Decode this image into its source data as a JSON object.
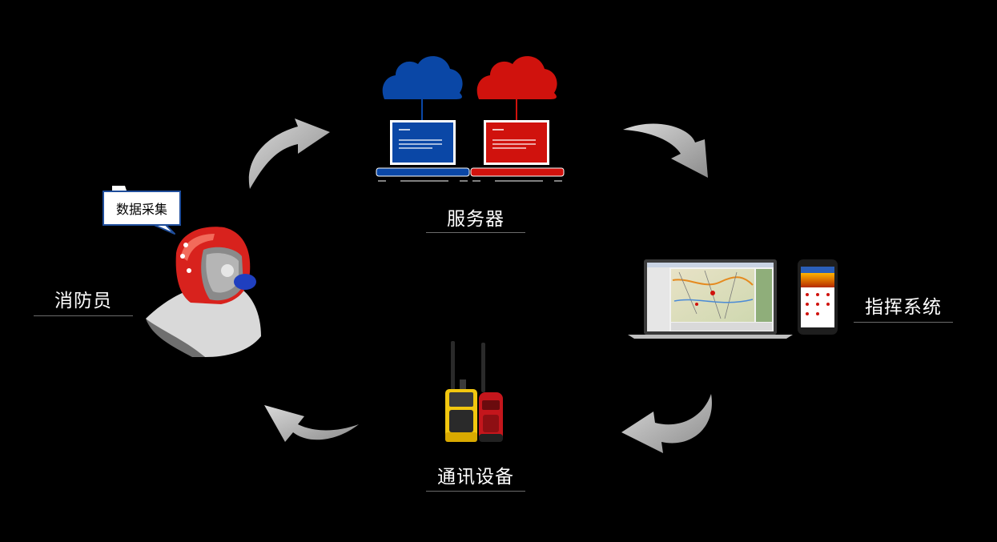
{
  "nodes": {
    "server": {
      "label": "服务器"
    },
    "command": {
      "label": "指挥系统"
    },
    "comms": {
      "label": "通讯设备"
    },
    "firefighter": {
      "label": "消防员"
    }
  },
  "callout": {
    "text": "数据采集"
  },
  "colors": {
    "background": "#000000",
    "arrow": "#a6a6a6",
    "blue": "#0a47a6",
    "red": "#d0120d",
    "label": "#ffffff"
  },
  "icons": [
    "blue-cloud-icon",
    "red-cloud-icon",
    "blue-laptop-icon",
    "red-laptop-icon",
    "map-laptop-icon",
    "smartphone-icon",
    "yellow-radio-icon",
    "red-radio-icon",
    "firefighter-helmet-icon"
  ]
}
